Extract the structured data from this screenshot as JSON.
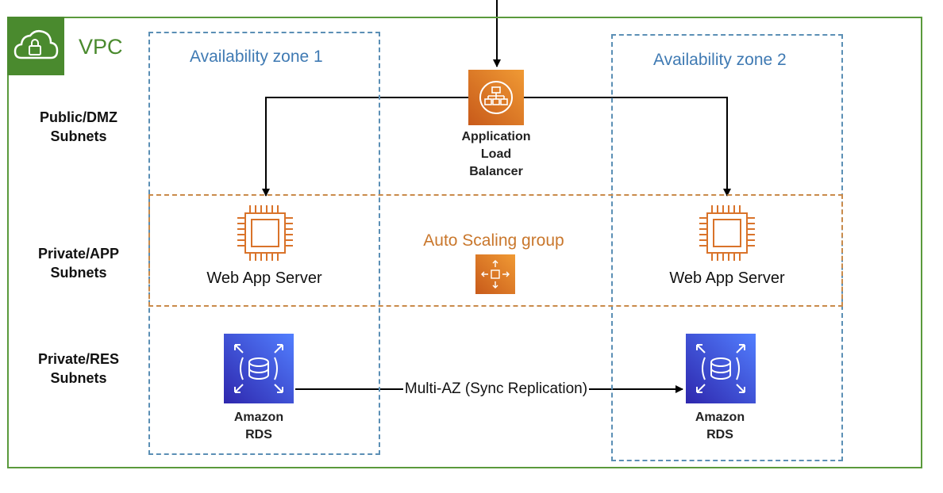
{
  "vpc": {
    "label": "VPC",
    "icon": "cloud-lock-icon",
    "color": "#4a8a2e"
  },
  "availability_zones": [
    {
      "label": "Availability zone 1"
    },
    {
      "label": "Availability zone 2"
    }
  ],
  "tiers": {
    "public": [
      "Public/DMZ",
      "Subnets"
    ],
    "app": [
      "Private/APP",
      "Subnets"
    ],
    "res": [
      "Private/RES",
      "Subnets"
    ]
  },
  "load_balancer": {
    "label": [
      "Application",
      "Load",
      "Balancer"
    ],
    "icon": "load-balancer-icon",
    "color": "#d9732a"
  },
  "auto_scaling_group": {
    "label": "Auto Scaling group",
    "icon": "auto-scaling-icon",
    "color": "#d9732a"
  },
  "web_servers": [
    {
      "label": "Web App Server",
      "icon": "ec2-chip-icon"
    },
    {
      "label": "Web App Server",
      "icon": "ec2-chip-icon"
    }
  ],
  "databases": [
    {
      "label": [
        "Amazon",
        "RDS"
      ],
      "icon": "rds-database-icon"
    },
    {
      "label": [
        "Amazon",
        "RDS"
      ],
      "icon": "rds-database-icon"
    }
  ],
  "replication": {
    "label": "Multi-AZ (Sync Replication)"
  },
  "colors": {
    "vpc_green": "#4a8a2e",
    "az_blue": "#3f7ab3",
    "asg_orange": "#c9772c",
    "rds_blue": "#3b48cc"
  }
}
